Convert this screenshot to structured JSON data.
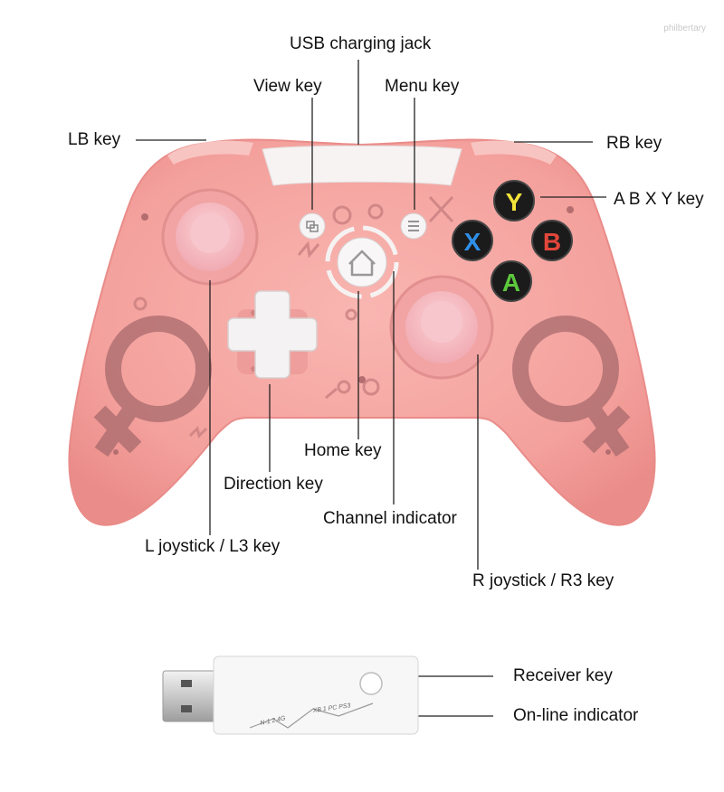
{
  "watermark": "philbertary",
  "labels": {
    "usb": "USB charging jack",
    "view": "View key",
    "menu": "Menu key",
    "lb": "LB key",
    "rb": "RB key",
    "abxy": "A B X Y key",
    "home": "Home key",
    "direction": "Direction key",
    "channel": "Channel indicator",
    "ljoy": "L joystick / L3 key",
    "rjoy": "R joystick / R3 key",
    "receiver_key": "Receiver key",
    "online": "On-line indicator"
  },
  "buttons": {
    "y": "Y",
    "x": "X",
    "b": "B",
    "a": "A"
  },
  "receiver_print": {
    "modes": "XB 1  PC  PS3",
    "model": "N-1 2.4G"
  },
  "colors": {
    "controller_body": "#f5a6a2",
    "body_shade": "#ea8f8c",
    "symbol": "#a86a6c",
    "stick": "#f6b9c0",
    "y": "#f3e33a",
    "x": "#2f8fe8",
    "b": "#e2463a",
    "a": "#5cc83c"
  }
}
